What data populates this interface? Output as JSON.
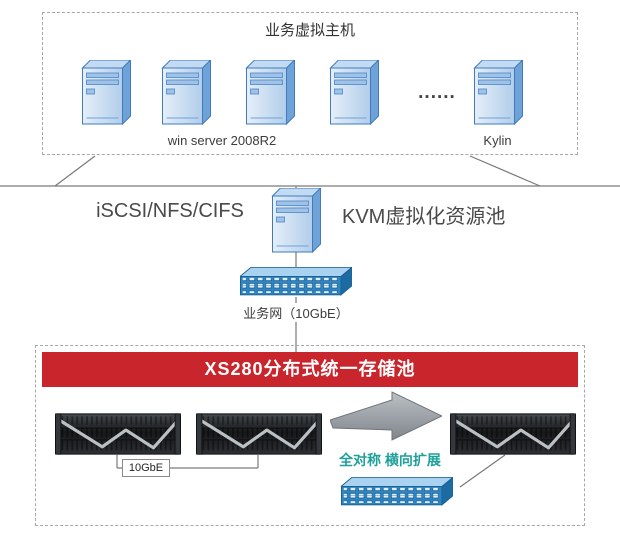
{
  "colors": {
    "banner_red": "#c9252c",
    "accent_teal": "#1fa09a",
    "server_blue": "#3f7cbf",
    "line_gray": "#7a7a7a"
  },
  "top_group": {
    "title": "业务虚拟主机",
    "win_server_label": "win server 2008R2",
    "ellipsis": "......",
    "kylin_label": "Kylin"
  },
  "middle": {
    "protocols_label": "iSCSI/NFS/CIFS",
    "kvm_label": "KVM虚拟化资源池",
    "network_label": "业务网（10GbE）"
  },
  "storage": {
    "banner_title": "XS280分布式统一存储池",
    "link_label": "10GbE",
    "scale_label": "全对称 横向扩展"
  }
}
